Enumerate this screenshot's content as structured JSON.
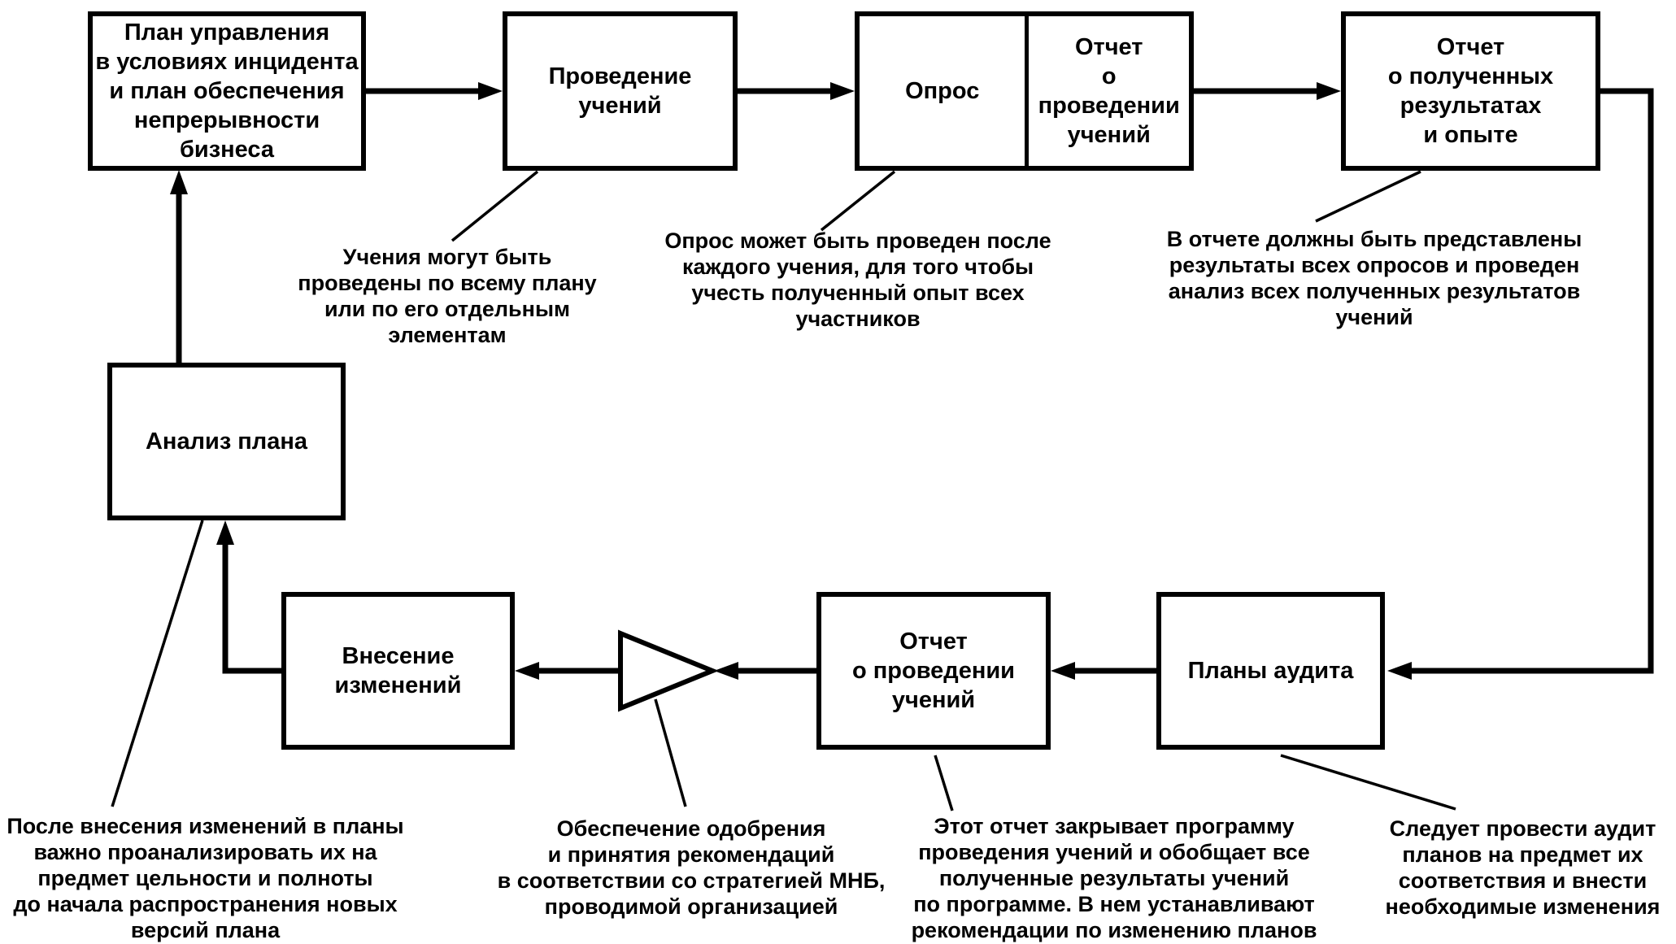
{
  "figure": {
    "language": "ru",
    "colors": {
      "line": "#000000",
      "background": "#ffffff",
      "box_fill": "#ffffff",
      "text": "#000000"
    }
  },
  "boxes": {
    "incident_plan": {
      "label": "План управления\nв условиях инцидента\nи план обеспечения\nнепрерывности\nбизнеса"
    },
    "conduct_exercises": {
      "label": "Проведение\nучений"
    },
    "survey": {
      "label": "Опрос"
    },
    "exercise_report_top": {
      "label": "Отчет\nо проведении\nучений"
    },
    "results_report": {
      "label": "Отчет\nо полученных\nрезультатах\nи опыте"
    },
    "plan_analysis": {
      "label": "Анализ плана"
    },
    "make_changes": {
      "label": "Внесение\nизменений"
    },
    "exercise_report_bottom": {
      "label": "Отчет\nо проведении\nучений"
    },
    "audit_plans": {
      "label": "Планы аудита"
    }
  },
  "annotations": {
    "exercises_note": "Учения могут быть\nпроведены по всему плану\nили по его отдельным\nэлементам",
    "survey_note": "Опрос может быть проведен после\nкаждого учения, для того чтобы\nучесть полученный опыт всех\nучастников",
    "results_note": "В отчете должны быть представлены\nрезультаты всех опросов и проведен\nанализ всех полученных результатов\nучений",
    "analysis_note": "После внесения изменений в планы\nважно проанализировать их на\nпредмет цельности и полноты\nдо начала распространения новых\nверсий плана",
    "approval_note": "Обеспечение одобрения\nи принятия рекомендаций\nв соответствии со стратегией МНБ,\nпроводимой организацией",
    "closing_report_note": "Этот отчет закрывает программу\nпроведения учений и обобщает все\nполученные результаты учений\nпо программе. В нем устанавливают\nрекомендации по изменению планов",
    "audit_note": "Следует провести аудит\nпланов на предмет их\nсоответствия  и внести\nнеобходимые изменения"
  },
  "icons": {
    "approval_triangle": "triangle-right-outline"
  }
}
